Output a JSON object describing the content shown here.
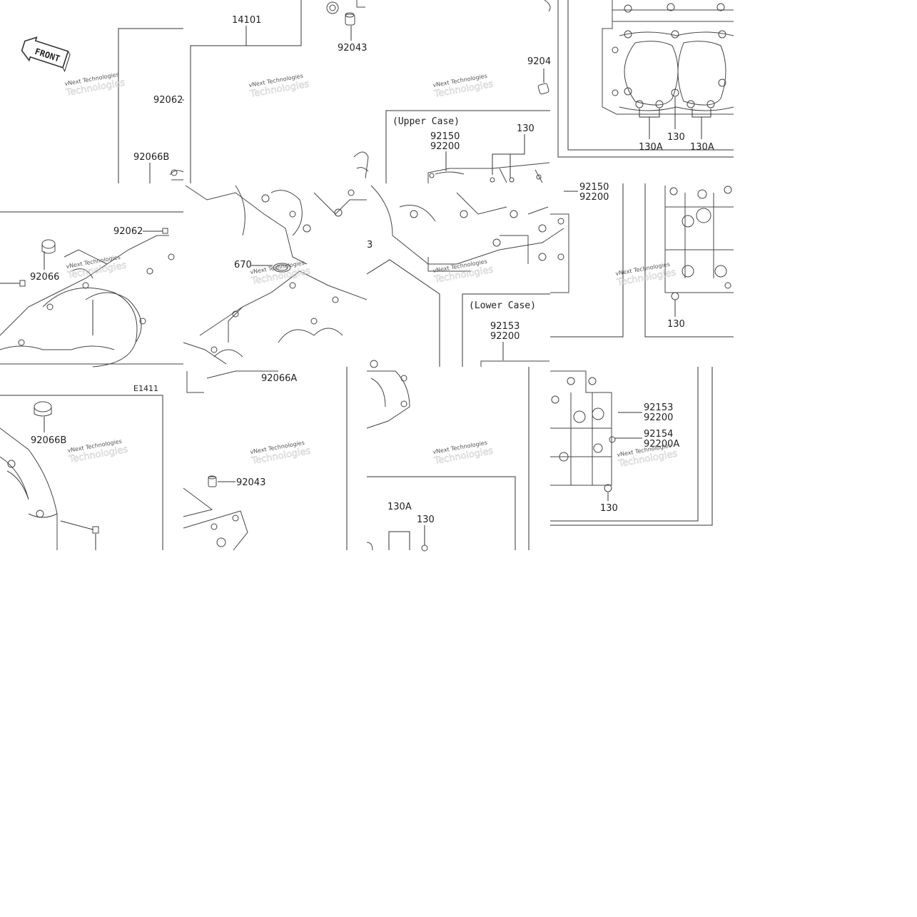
{
  "diagram": {
    "part_labels": {
      "p14101": "14101",
      "p92043_top": "92043",
      "p9204_partial": "9204",
      "p92062_top": "92062",
      "p92066B_top": "92066B",
      "p92062_mid": "92062",
      "p92066_mid": "92066",
      "p670": "670",
      "p3_partial": "3",
      "p92150_a": "92150",
      "p92200_a": "92200",
      "p130_upper": "130",
      "p92150_b": "92150",
      "p92200_b": "92200",
      "p130_top_right": "130",
      "p130A_left": "130A",
      "p130A_right": "130A",
      "p130_right_mid": "130",
      "p92153_a": "92153",
      "p92200_c": "92200",
      "p92066A": "92066A",
      "p92066B_low": "92066B",
      "p92043_low": "92043",
      "p130A_low": "130A",
      "p130_low": "130",
      "p92153_b": "92153",
      "p92200_d": "92200",
      "p92154": "92154",
      "p92200A": "92200A",
      "p130_bottom_right": "130"
    },
    "section_labels": {
      "upper_case": "(Upper Case)",
      "lower_case": "(Lower Case)"
    },
    "diagram_code": "E1411",
    "front_marker": "FRONT",
    "watermark": "vNext Technologies",
    "colors": {
      "line": "#333333",
      "background": "#ffffff",
      "text": "#222222"
    }
  }
}
